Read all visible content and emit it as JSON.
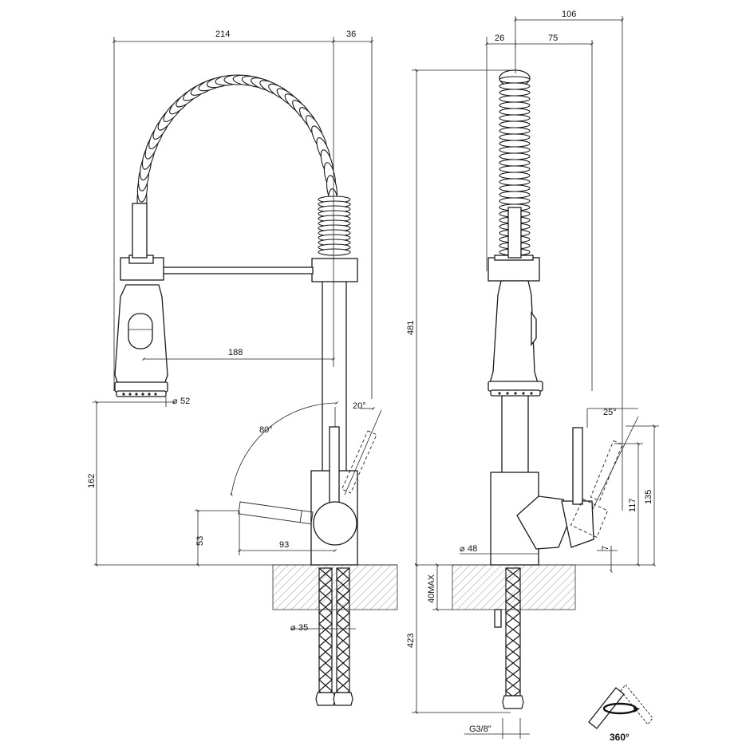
{
  "drawing": {
    "front_view": {
      "width_spout": "214",
      "width_offset": "36",
      "reach": "188",
      "spray_diameter": "52",
      "handle_arc": "80°",
      "handle_tilt": "20°",
      "height_spray": "162",
      "height_handle": "53",
      "handle_reach": "93",
      "hose_diameter": "35"
    },
    "side_view": {
      "total_depth": "106",
      "top_offset": "26",
      "reach": "75",
      "total_height": "481",
      "handle_tilt": "25°",
      "body_diameter": "48",
      "height_117": "117",
      "height_135": "135",
      "offset_7": "7",
      "deck_thickness": "40MAX",
      "hose_length": "423",
      "thread": "G3/8\""
    },
    "rotation_label": "360°",
    "colors": {
      "line": "#1a1a1a",
      "hatch": "#9a9a9a",
      "background": "#ffffff"
    }
  }
}
